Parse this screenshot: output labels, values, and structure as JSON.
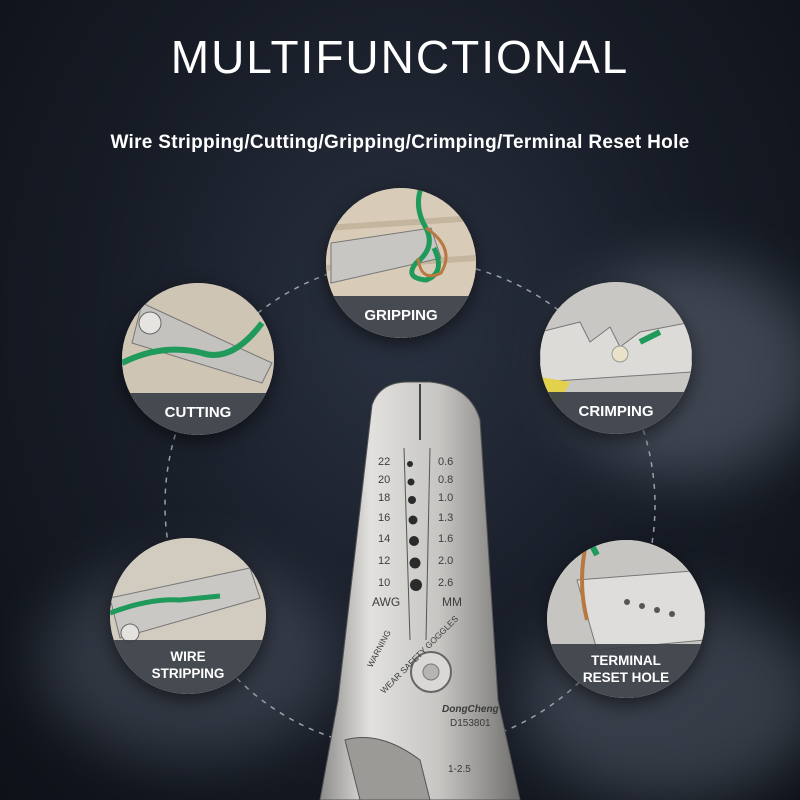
{
  "title": "MULTIFUNCTIONAL",
  "subtitle": "Wire Stripping/Cutting/Gripping/Crimping/Terminal Reset Hole",
  "features": [
    {
      "label": "GRIPPING"
    },
    {
      "label": "CUTTING"
    },
    {
      "label": "CRIMPING"
    },
    {
      "label_line1": "WIRE",
      "label_line2": "STRIPPING"
    },
    {
      "label_line1": "TERMINAL",
      "label_line2": "RESET HOLE"
    }
  ],
  "tool": {
    "awg_values": [
      "22",
      "20",
      "18",
      "16",
      "14",
      "12",
      "10"
    ],
    "mm_values": [
      "0.6",
      "0.8",
      "1.0",
      "1.3",
      "1.6",
      "2.0",
      "2.6"
    ],
    "awg_label": "AWG",
    "mm_label": "MM",
    "warning_line1": "WARNING",
    "warning_line2": "WEAR SAFETY GOGGLES",
    "brand": "DongCheng",
    "model": "D153801",
    "range_text": "1-2.5"
  },
  "colors": {
    "background": "#161b25",
    "label_bar": "#3a3f48",
    "wire_green": "#1f9a5a",
    "steel": "#c9c8c6"
  }
}
